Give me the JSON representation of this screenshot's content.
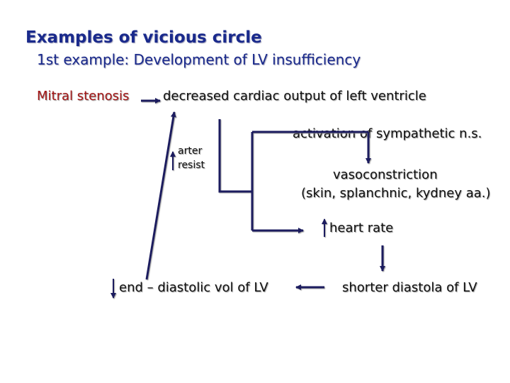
{
  "title": "Examples of vicious circle",
  "subtitle": "1st example: Development of LV insufficiency",
  "nodes": {
    "mitral_stenosis": "Mitral stenosis",
    "decreased_output": "decreased cardiac output of left ventricle",
    "arter_line1": "arter",
    "arter_line2": "resist",
    "sympathetic": "activation of sympathetic n.s.",
    "vaso_line1": "vasoconstriction",
    "vaso_line2": "(skin, splanchnic, kydney aa.)",
    "heart_rate": "heart rate",
    "end_diastolic": "end – diastolic vol of LV",
    "shorter_diastola": "shorter diastola of LV"
  },
  "colors": {
    "title": "#1a2a8c",
    "mitral": "#a31515",
    "arrows": "#1a1a5e",
    "text": "#111111"
  }
}
